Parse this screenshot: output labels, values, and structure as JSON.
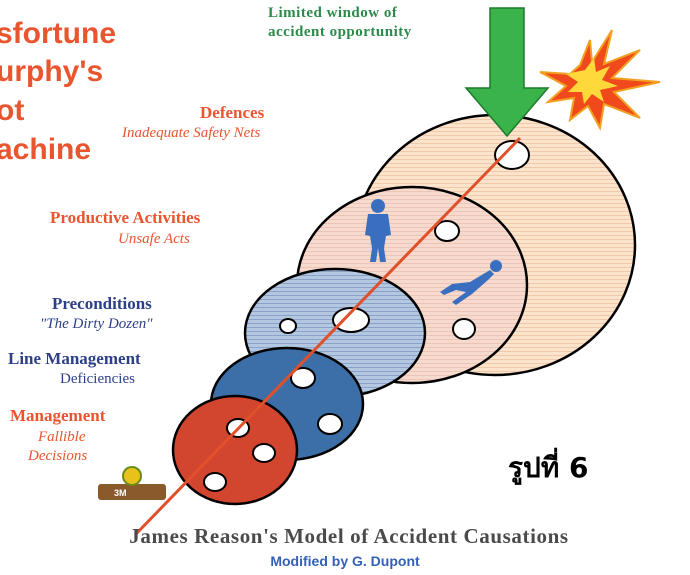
{
  "title": {
    "lines": [
      "sfortune",
      "urphy's",
      "ot",
      "achine"
    ]
  },
  "window_label": {
    "line1": "Limited window of",
    "line2": "accident opportunity"
  },
  "layers": [
    {
      "name": "Defences",
      "sub": "Inadequate Safety Nets",
      "fill": "#fae0c8"
    },
    {
      "name": "Productive Activities",
      "sub": "Unsafe Acts",
      "fill": "#f6d8cc"
    },
    {
      "name": "Preconditions",
      "sub": "\"The Dirty Dozen\"",
      "fill": "#a9bfdc"
    },
    {
      "name": "Line Management",
      "sub": "Deficiencies",
      "fill": "#3a6ea5"
    },
    {
      "name": "Management",
      "sub_lines": [
        "Fallible",
        "Decisions"
      ],
      "fill": "#d2452f"
    }
  ],
  "caption_thai": "รูปที่ 6",
  "main_caption": "James Reason's Model of Accident Causations",
  "sub_caption": "Modified by G. Dupont",
  "logo_text": "3M",
  "colors": {
    "accent_red": "#e8552f",
    "arrow_green": "#39b34a",
    "trajectory": "#e0502a",
    "explosion": "#f04a1c"
  },
  "icons": [
    "arrow-down-icon",
    "explosion-icon",
    "worker-standing-icon",
    "worker-falling-icon",
    "logo-icon"
  ]
}
